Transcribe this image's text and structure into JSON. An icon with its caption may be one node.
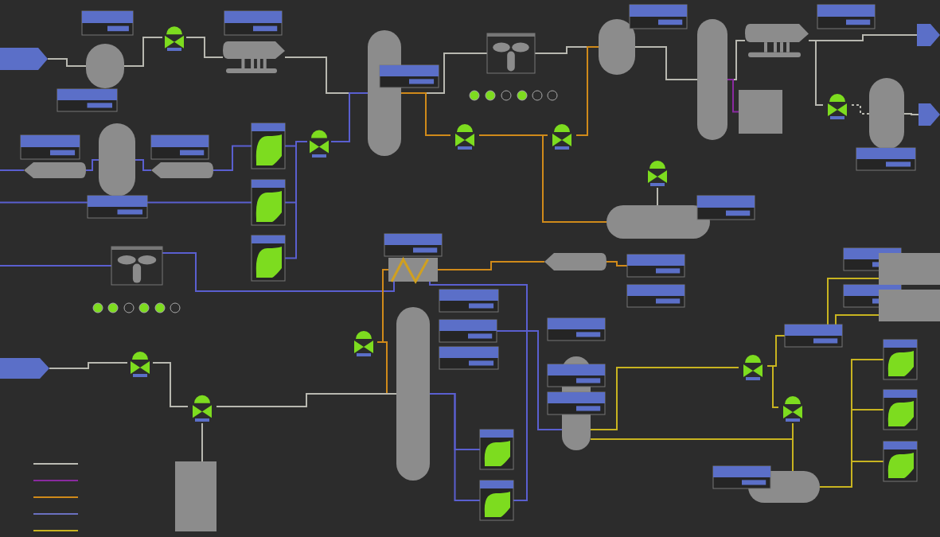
{
  "diagram": {
    "nodes": [
      {
        "text": [],
        "shape": "pentagon"
      },
      {
        "text": [],
        "shape": "cylinder"
      },
      {
        "text": [],
        "shape": "box"
      },
      {
        "text": [],
        "shape": "box"
      },
      {
        "text": [],
        "shape": "valve"
      },
      {
        "text": [],
        "shape": "box"
      },
      {
        "text": [],
        "shape": "condenser"
      },
      {
        "text": [],
        "shape": "box"
      },
      {
        "text": [],
        "shape": "filter"
      },
      {
        "text": [],
        "shape": "cylinder"
      },
      {
        "text": [],
        "shape": "box"
      },
      {
        "text": [],
        "shape": "filter"
      },
      {
        "text": [],
        "shape": "box"
      },
      {
        "text": [],
        "shape": "pump"
      },
      {
        "text": [],
        "shape": "pump"
      },
      {
        "text": [],
        "shape": "pump"
      },
      {
        "text": [],
        "shape": "valve"
      },
      {
        "text": [],
        "shape": "cylinder"
      },
      {
        "text": [],
        "shape": "box"
      },
      {
        "text": [],
        "shape": "fan"
      },
      {
        "text": [],
        "shape": "valve"
      },
      {
        "text": [],
        "shape": "valve"
      },
      {
        "text": [],
        "shape": "cylinder"
      },
      {
        "text": [],
        "shape": "box"
      },
      {
        "text": [],
        "shape": "cylinder"
      },
      {
        "text": [],
        "shape": "rectangle"
      },
      {
        "text": [],
        "shape": "condenser"
      },
      {
        "text": [],
        "shape": "box"
      },
      {
        "text": [],
        "shape": "pentagon"
      },
      {
        "text": [],
        "shape": "valve"
      },
      {
        "text": [],
        "shape": "cylinder"
      },
      {
        "text": [],
        "shape": "box"
      },
      {
        "text": [],
        "shape": "pentagon"
      },
      {
        "text": [],
        "shape": "valve"
      },
      {
        "text": [],
        "shape": "drum"
      },
      {
        "text": [],
        "shape": "box"
      },
      {
        "text": [],
        "shape": "fan"
      },
      {
        "text": [],
        "shape": "exchanger"
      },
      {
        "text": [],
        "shape": "box"
      },
      {
        "text": [],
        "shape": "filter"
      },
      {
        "text": [],
        "shape": "box"
      },
      {
        "text": [],
        "shape": "box"
      },
      {
        "text": [],
        "shape": "cylinder"
      },
      {
        "text": [],
        "shape": "valve"
      },
      {
        "text": [],
        "shape": "box"
      },
      {
        "text": [],
        "shape": "box"
      },
      {
        "text": [],
        "shape": "box"
      },
      {
        "text": [],
        "shape": "pump"
      },
      {
        "text": [],
        "shape": "pump"
      },
      {
        "text": [],
        "shape": "cylinder"
      },
      {
        "text": [],
        "shape": "box"
      },
      {
        "text": [],
        "shape": "box"
      },
      {
        "text": [],
        "shape": "box"
      },
      {
        "text": [],
        "shape": "box"
      },
      {
        "text": [],
        "shape": "valve"
      },
      {
        "text": [],
        "shape": "valve"
      },
      {
        "text": [],
        "shape": "drum"
      },
      {
        "text": [],
        "shape": "box"
      },
      {
        "text": [],
        "shape": "box"
      },
      {
        "text": [],
        "shape": "box"
      },
      {
        "text": [],
        "shape": "rectangle"
      },
      {
        "text": [],
        "shape": "rectangle"
      },
      {
        "text": [],
        "shape": "pump"
      },
      {
        "text": [],
        "shape": "pump"
      },
      {
        "text": [],
        "shape": "pump"
      },
      {
        "text": [],
        "shape": "pentagon"
      },
      {
        "text": [],
        "shape": "valve"
      },
      {
        "text": [],
        "shape": "valve"
      },
      {
        "text": [],
        "shape": "rectangle"
      }
    ],
    "edges": [
      {
        "from": 0,
        "to": 1,
        "arrow": "none"
      },
      {
        "from": 1,
        "to": 4,
        "arrow": "none"
      },
      {
        "from": 4,
        "to": 6,
        "arrow": "none"
      },
      {
        "from": 6,
        "to": 17,
        "arrow": "none"
      },
      {
        "from": 17,
        "to": 19,
        "arrow": "none"
      },
      {
        "from": 19,
        "to": 22,
        "arrow": "none"
      },
      {
        "from": null,
        "to": 8,
        "arrow": "none",
        "color": "#5a5fd0"
      },
      {
        "from": 8,
        "to": 9,
        "arrow": "none",
        "color": "#5a5fd0"
      },
      {
        "from": 11,
        "to": 9,
        "arrow": "none",
        "color": "#5a5fd0"
      },
      {
        "from": 11,
        "to": 13,
        "arrow": "none",
        "color": "#5a5fd0"
      },
      {
        "from": null,
        "to": 14,
        "arrow": "none",
        "color": "#5a5fd0"
      },
      {
        "from": 13,
        "to": 16,
        "arrow": "none",
        "color": "#5a5fd0"
      },
      {
        "from": 14,
        "to": 16,
        "arrow": "none",
        "color": "#5a5fd0"
      },
      {
        "from": 15,
        "to": 16,
        "arrow": "none",
        "color": "#5a5fd0"
      },
      {
        "from": 16,
        "to": 17,
        "arrow": "none",
        "color": "#5a5fd0"
      },
      {
        "from": 17,
        "to": 20,
        "arrow": "none",
        "color": "#d08a1a"
      },
      {
        "from": 20,
        "to": 21,
        "arrow": "none",
        "color": "#d08a1a"
      },
      {
        "from": 21,
        "to": 22,
        "arrow": "none",
        "color": "#d08a1a"
      },
      {
        "from": 20,
        "to": 34,
        "arrow": "none",
        "color": "#d08a1a"
      },
      {
        "from": 33,
        "to": 34,
        "arrow": "none"
      },
      {
        "from": 22,
        "to": 24,
        "arrow": "none"
      },
      {
        "from": 24,
        "to": 26,
        "arrow": "none"
      },
      {
        "from": 26,
        "to": 28,
        "arrow": "none"
      },
      {
        "from": 26,
        "to": 29,
        "arrow": "none"
      },
      {
        "from": 29,
        "to": 30,
        "arrow": "none",
        "style": "dashed"
      },
      {
        "from": 30,
        "to": 32,
        "arrow": "none"
      },
      {
        "from": 24,
        "to": 25,
        "arrow": "none",
        "color": "#8a2aa0"
      },
      {
        "from": null,
        "to": 36,
        "arrow": "none",
        "color": "#5a5fd0"
      },
      {
        "from": 36,
        "to": 37,
        "arrow": "none",
        "color": "#5a5fd0"
      },
      {
        "from": 37,
        "to": 39,
        "arrow": "none",
        "color": "#d08a1a"
      },
      {
        "from": 39,
        "to": 40,
        "arrow": "none",
        "color": "#d08a1a"
      },
      {
        "from": 43,
        "to": 37,
        "arrow": "none",
        "color": "#d08a1a"
      },
      {
        "from": 43,
        "to": 42,
        "arrow": "none",
        "color": "#d08a1a"
      },
      {
        "from": 42,
        "to": 47,
        "arrow": "none",
        "color": "#5a5fd0"
      },
      {
        "from": 42,
        "to": 48,
        "arrow": "none",
        "color": "#5a5fd0"
      },
      {
        "from": 37,
        "to": 48,
        "arrow": "none",
        "color": "#5a5fd0"
      },
      {
        "from": 45,
        "to": 49,
        "arrow": "none",
        "color": "#5a5fd0"
      },
      {
        "from": 65,
        "to": 66,
        "arrow": "none"
      },
      {
        "from": 66,
        "to": 67,
        "arrow": "none"
      },
      {
        "from": 67,
        "to": 68,
        "arrow": "none"
      },
      {
        "from": 67,
        "to": 42,
        "arrow": "none"
      },
      {
        "from": 49,
        "to": 54,
        "arrow": "none",
        "color": "#c8b420"
      },
      {
        "from": 54,
        "to": 53,
        "arrow": "none",
        "color": "#c8b420"
      },
      {
        "from": 53,
        "to": 60,
        "arrow": "none",
        "color": "#c8b420"
      },
      {
        "from": 53,
        "to": 61,
        "arrow": "none",
        "color": "#c8b420"
      },
      {
        "from": 54,
        "to": 55,
        "arrow": "none",
        "color": "#c8b420"
      },
      {
        "from": 55,
        "to": 56,
        "arrow": "none",
        "color": "#c8b420"
      },
      {
        "from": 49,
        "to": 55,
        "arrow": "none",
        "color": "#c8b420"
      },
      {
        "from": 56,
        "to": 62,
        "arrow": "none",
        "color": "#c8b420"
      },
      {
        "from": 56,
        "to": 63,
        "arrow": "none",
        "color": "#c8b420"
      },
      {
        "from": 56,
        "to": 64,
        "arrow": "none",
        "color": "#c8b420"
      }
    ]
  }
}
